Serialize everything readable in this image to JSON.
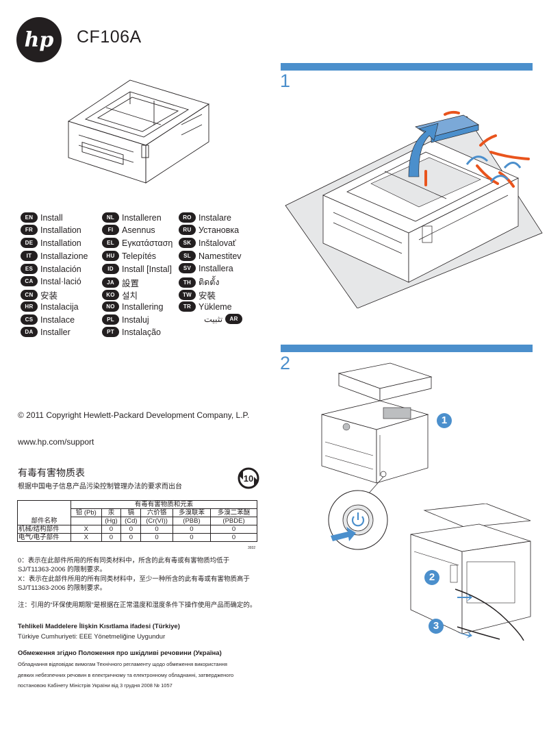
{
  "header": {
    "logo_text": "hp",
    "product_code": "CF106A"
  },
  "languages": [
    {
      "code": "EN",
      "label": "Install"
    },
    {
      "code": "FR",
      "label": "Installation"
    },
    {
      "code": "DE",
      "label": "Installation"
    },
    {
      "code": "IT",
      "label": "Installazione"
    },
    {
      "code": "ES",
      "label": "Instalación"
    },
    {
      "code": "CA",
      "label": "Instal·lació"
    },
    {
      "code": "CN",
      "label": "安装"
    },
    {
      "code": "HR",
      "label": "Instalacija"
    },
    {
      "code": "CS",
      "label": "Instalace"
    },
    {
      "code": "DA",
      "label": "Installer"
    },
    {
      "code": "NL",
      "label": "Installeren"
    },
    {
      "code": "FI",
      "label": "Asennus"
    },
    {
      "code": "EL",
      "label": "Εγκατάσταση"
    },
    {
      "code": "HU",
      "label": "Telepítés"
    },
    {
      "code": "ID",
      "label": "Install [Instal]"
    },
    {
      "code": "JA",
      "label": "設置"
    },
    {
      "code": "KO",
      "label": "설치"
    },
    {
      "code": "NO",
      "label": "Installering"
    },
    {
      "code": "PL",
      "label": "Instaluj"
    },
    {
      "code": "PT",
      "label": "Instalação"
    },
    {
      "code": "RO",
      "label": "Instalare"
    },
    {
      "code": "RU",
      "label": "Установка"
    },
    {
      "code": "SK",
      "label": "Inštalovať"
    },
    {
      "code": "SL",
      "label": "Namestitev"
    },
    {
      "code": "SV",
      "label": "Installera"
    },
    {
      "code": "TH",
      "label": "ติดตั้ง"
    },
    {
      "code": "TW",
      "label": "安裝"
    },
    {
      "code": "TR",
      "label": "Yükleme"
    },
    {
      "code": "AR",
      "label": "تثبيت"
    }
  ],
  "steps": [
    {
      "number": "1"
    },
    {
      "number": "2",
      "callouts": [
        "1",
        "2",
        "3"
      ]
    }
  ],
  "footer": {
    "copyright": "© 2011  Copyright Hewlett-Packard Development Company, L.P.",
    "support_url": "www.hp.com/support",
    "cn_title": "有毒有害物质表",
    "cn_subtitle": "根据中国电子信息产品污染控制管理办法的要求而出台",
    "eco_label": "10",
    "table": {
      "title": "有毒有害物质和元素",
      "part_header": "部件名称",
      "columns": [
        {
          "line1": "铅 (Pb)",
          "line2": ""
        },
        {
          "line1": "汞",
          "line2": "(Hg)"
        },
        {
          "line1": "镉",
          "line2": "(Cd)"
        },
        {
          "line1": "六价铬",
          "line2": "(Cr(VI))"
        },
        {
          "line1": "多溴联苯",
          "line2": "(PBB)"
        },
        {
          "line1": "多溴二苯醚",
          "line2": "(PBDE)"
        }
      ],
      "rows": [
        {
          "part": "机械/结构部件",
          "values": [
            "X",
            "0",
            "0",
            "0",
            "0",
            "0"
          ]
        },
        {
          "part": "电气/电子部件",
          "values": [
            "X",
            "0",
            "0",
            "0",
            "0",
            "0"
          ]
        }
      ],
      "note": "3932"
    },
    "notes": [
      "0：表示在此部件所用的所有同类材料中，所含的此有毒或有害物质均低于",
      "SJ/T11363-2006 的限制要求。",
      "X：表示在此部件所用的所有同类材料中，至少一种所含的此有毒或有害物质高于",
      "SJ/T11363-2006 的限制要求。",
      "注：引用的“环保使用期限”是根据在正常温度和湿度条件下操作使用产品而确定的。"
    ],
    "turkey_title": "Tehlikeli Maddelere İlişkin Kısıtlama ifadesi (Türkiye)",
    "turkey_text": "Türkiye Cumhuriyeti: EEE Yönetmeliğine Uygundur",
    "ukraine_title": "Обмеження згідно Положення про шкідливі речовини (Україна)",
    "ukraine_lines": [
      "Обладнання відповідає вимогам Технічного регламенту щодо обмеження використання",
      "деяких небезпечних речовин в електричному та електронному обладнанні, затвердженого",
      "постановою Кабінету Міністрів України від 3 грудня 2008 № 1057"
    ]
  },
  "colors": {
    "accent": "#4b8fcc",
    "tape": "#e9541d",
    "dark": "#231f20"
  }
}
